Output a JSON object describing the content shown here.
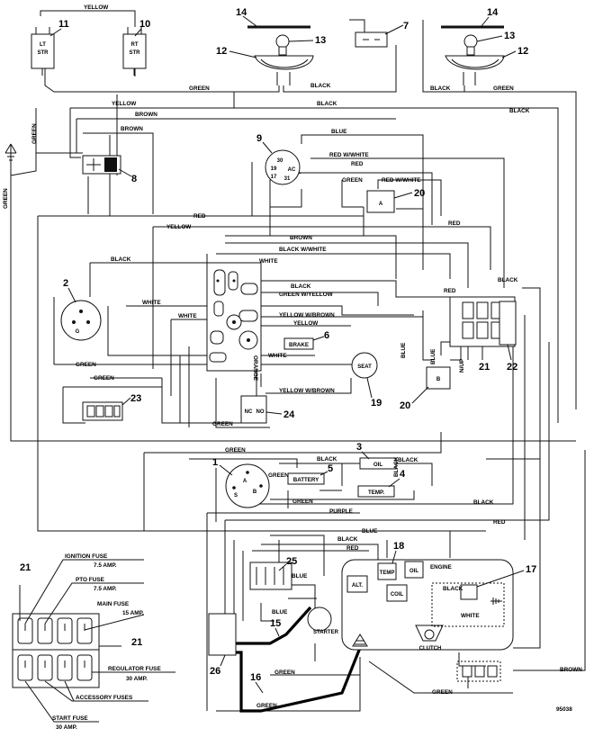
{
  "wires": {
    "yellow_top": "YELLOW",
    "green_top": "GREEN",
    "black_top_center": "BLACK",
    "black_top_center2": "BLACK",
    "black_top_right": "BLACK",
    "green_top_right": "GREEN",
    "yellow_upper": "YELLOW",
    "brown_upper": "BROWN",
    "brown_upper2": "BROWN",
    "black_upper_right": "BLACK",
    "green_left_vertical": "GREEN",
    "green_left_vertical2": "GREEN",
    "blue_upper": "BLUE",
    "red_white_upper": "RED W/WHITE",
    "red_upper": "RED",
    "green_relay": "GREEN",
    "red_white_relay": "RED W/WHITE",
    "red_mid": "RED",
    "red_relay_right": "RED",
    "yellow_mid": "YELLOW",
    "brown_mid": "BROWN",
    "black_white_mid": "BLACK W/WHITE",
    "black_mid": "BLACK",
    "white_mid": "WHITE",
    "black_mid2": "BLACK",
    "green_white": "GREEN W/YELLOW",
    "white_left": "WHITE",
    "white_left2": "WHITE",
    "yellow_brown": "YELLOW W/BROWN",
    "yellow_mid2": "YELLOW",
    "white_mid2": "WHITE",
    "green_mid_left": "GREEN",
    "green_mid_left2": "GREEN",
    "yellow_brown2": "YELLOW W/BROWN",
    "green_mid_lower": "GREEN",
    "orange_mid": "ORANGE",
    "black_right": "BLACK",
    "red_right": "RED",
    "blue_right": "BLUE",
    "blue_right2": "BLUE",
    "n_up": "N/UP",
    "green_lower": "GREEN",
    "black_lower": "BLACK",
    "black_lower2": "BLACK",
    "black_lower3": "BLACK",
    "green_lower2": "GREEN",
    "green_lower3": "GREEN",
    "purple": "PURPLE",
    "black_lower4": "BLACK",
    "blue_lower": "BLUE",
    "black_lower5": "BLACK",
    "red_lower": "RED",
    "red_lower2": "RED",
    "blue_lower2": "BLUE",
    "blue_lower3": "BLUE",
    "green_bottom": "GREEN",
    "green_bottom2": "GREEN",
    "green_bottom3": "GREEN",
    "brown_bottom": "BROWN",
    "black_engine": "BLACK",
    "white_engine": "WHITE"
  },
  "components": {
    "lt_str": [
      "LT",
      "STR"
    ],
    "rt_str": [
      "RT",
      "STR"
    ],
    "seat": "SEAT",
    "brake": "BRAKE",
    "battery": "BATTERY",
    "oil_switch": "OIL",
    "temp_switch": "TEMP.",
    "engine": "ENGINE",
    "temp": "TEMP",
    "oil": "OIL",
    "alt": "ALT.",
    "coil": "COIL",
    "starter": "STARTER",
    "clutch": "CLUTCH",
    "relay_a": "A",
    "relay_b": "B",
    "nc": "NC",
    "no": "NO",
    "key_pins": [
      "30",
      "19",
      "17",
      "31"
    ],
    "ac": "AC",
    "g": "G",
    "s": "S",
    "a": "A",
    "b": "B"
  },
  "callouts": {
    "c1": "1",
    "c2": "2",
    "c3": "3",
    "c4": "4",
    "c5": "5",
    "c6": "6",
    "c7": "7",
    "c8": "8",
    "c9": "9",
    "c10": "10",
    "c11": "11",
    "c12a": "12",
    "c12b": "12",
    "c13a": "13",
    "c13b": "13",
    "c14a": "14",
    "c14b": "14",
    "c15": "15",
    "c16": "16",
    "c17": "17",
    "c18": "18",
    "c19": "19",
    "c20a": "20",
    "c20b": "20",
    "c21a": "21",
    "c21b": "21",
    "c21c": "21",
    "c22": "22",
    "c23": "23",
    "c24": "24",
    "c25": "25",
    "c26": "26"
  },
  "fuse_legend": {
    "ignition_fuse": "IGNITION FUSE",
    "ignition_amp": "7.5 AMP.",
    "pto_fuse": "PTO FUSE",
    "pto_amp": "7.5 AMP.",
    "main_fuse": "MAIN FUSE",
    "main_amp": "15 AMP.",
    "regulator_fuse": "REGULATOR FUSE",
    "regulator_amp": "30 AMP.",
    "accessory_fuses": "ACCESSORY FUSES",
    "start_fuse": "START FUSE",
    "start_amp": "30 AMP."
  },
  "figure_number": "95038"
}
